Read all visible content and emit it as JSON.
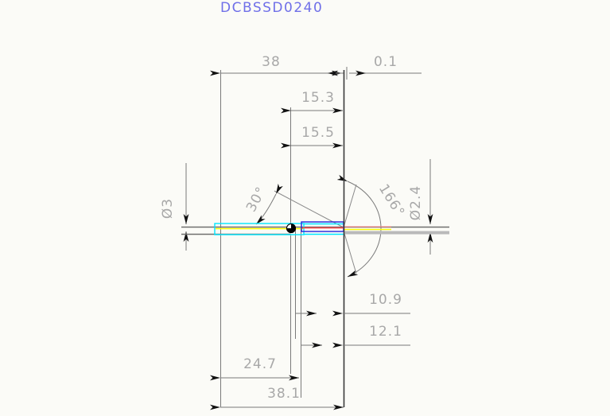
{
  "drawing": {
    "title": "DCBSSD0240",
    "title_color": "#6f6fe8",
    "background_color": "#fbfbf7",
    "dimension_text_color": "#a8a8a8",
    "line_color": "#6f6f6f",
    "type": "cad-technical-drawing"
  },
  "dimensions": {
    "overall_length": "38",
    "gap": "0.1",
    "upper_inner_a": "15.3",
    "upper_inner_b": "15.5",
    "diameter_left": "Ø3",
    "diameter_right": "Ø2.4",
    "angle_bevel": "30°",
    "angle_tip": "166°",
    "lower_inner_a": "10.9",
    "lower_inner_b": "12.1",
    "lower_outer_a": "24.7",
    "lower_outer_b": "38.1"
  },
  "geometry_colors": {
    "cyan": "#00e5ff",
    "yellow": "#ffff00",
    "red": "#ff4040",
    "blue": "#2222dd",
    "grey_shaft": "#b9b9b9",
    "black": "#000000"
  }
}
